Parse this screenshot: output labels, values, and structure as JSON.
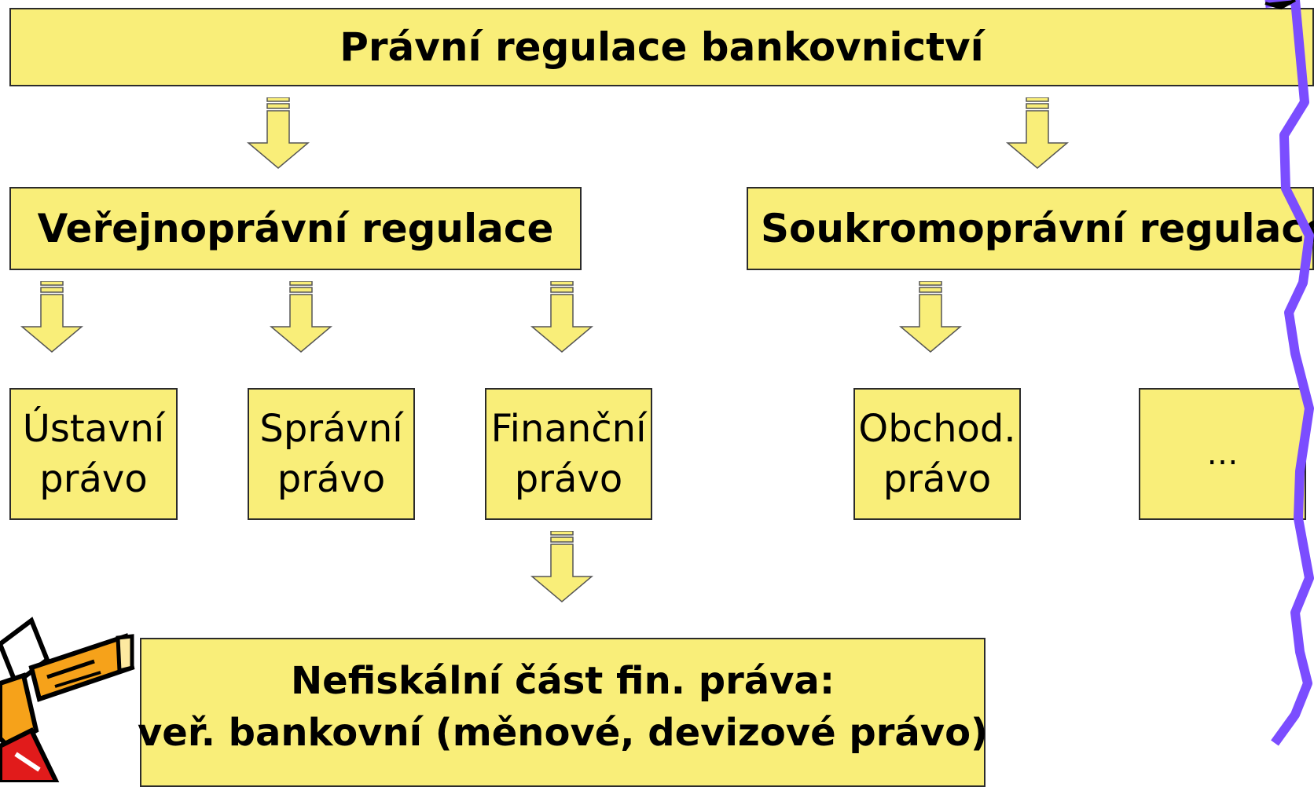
{
  "diagram": {
    "title": "Právní regulace bankovnictví",
    "public_regulation": "Veřejnoprávní regulace",
    "private_regulation": "Soukromoprávní regulace",
    "constitutional_law": [
      "Ústavní",
      "právo"
    ],
    "administrative_law": [
      "Správní",
      "právo"
    ],
    "financial_law": [
      "Finanční",
      "právo"
    ],
    "commercial_law": [
      "Obchod.",
      "právo"
    ],
    "other": "…",
    "result": [
      "Nefiskální část fin. práva:",
      "veř. bankovní (měnové, devizové právo)"
    ]
  },
  "colors": {
    "box_fill": "#f9ee79",
    "border": "#2b2b2b",
    "decoration_purple": "#7b4dff",
    "decoration_red": "#e11b1b",
    "decoration_orange": "#f6a21a"
  }
}
